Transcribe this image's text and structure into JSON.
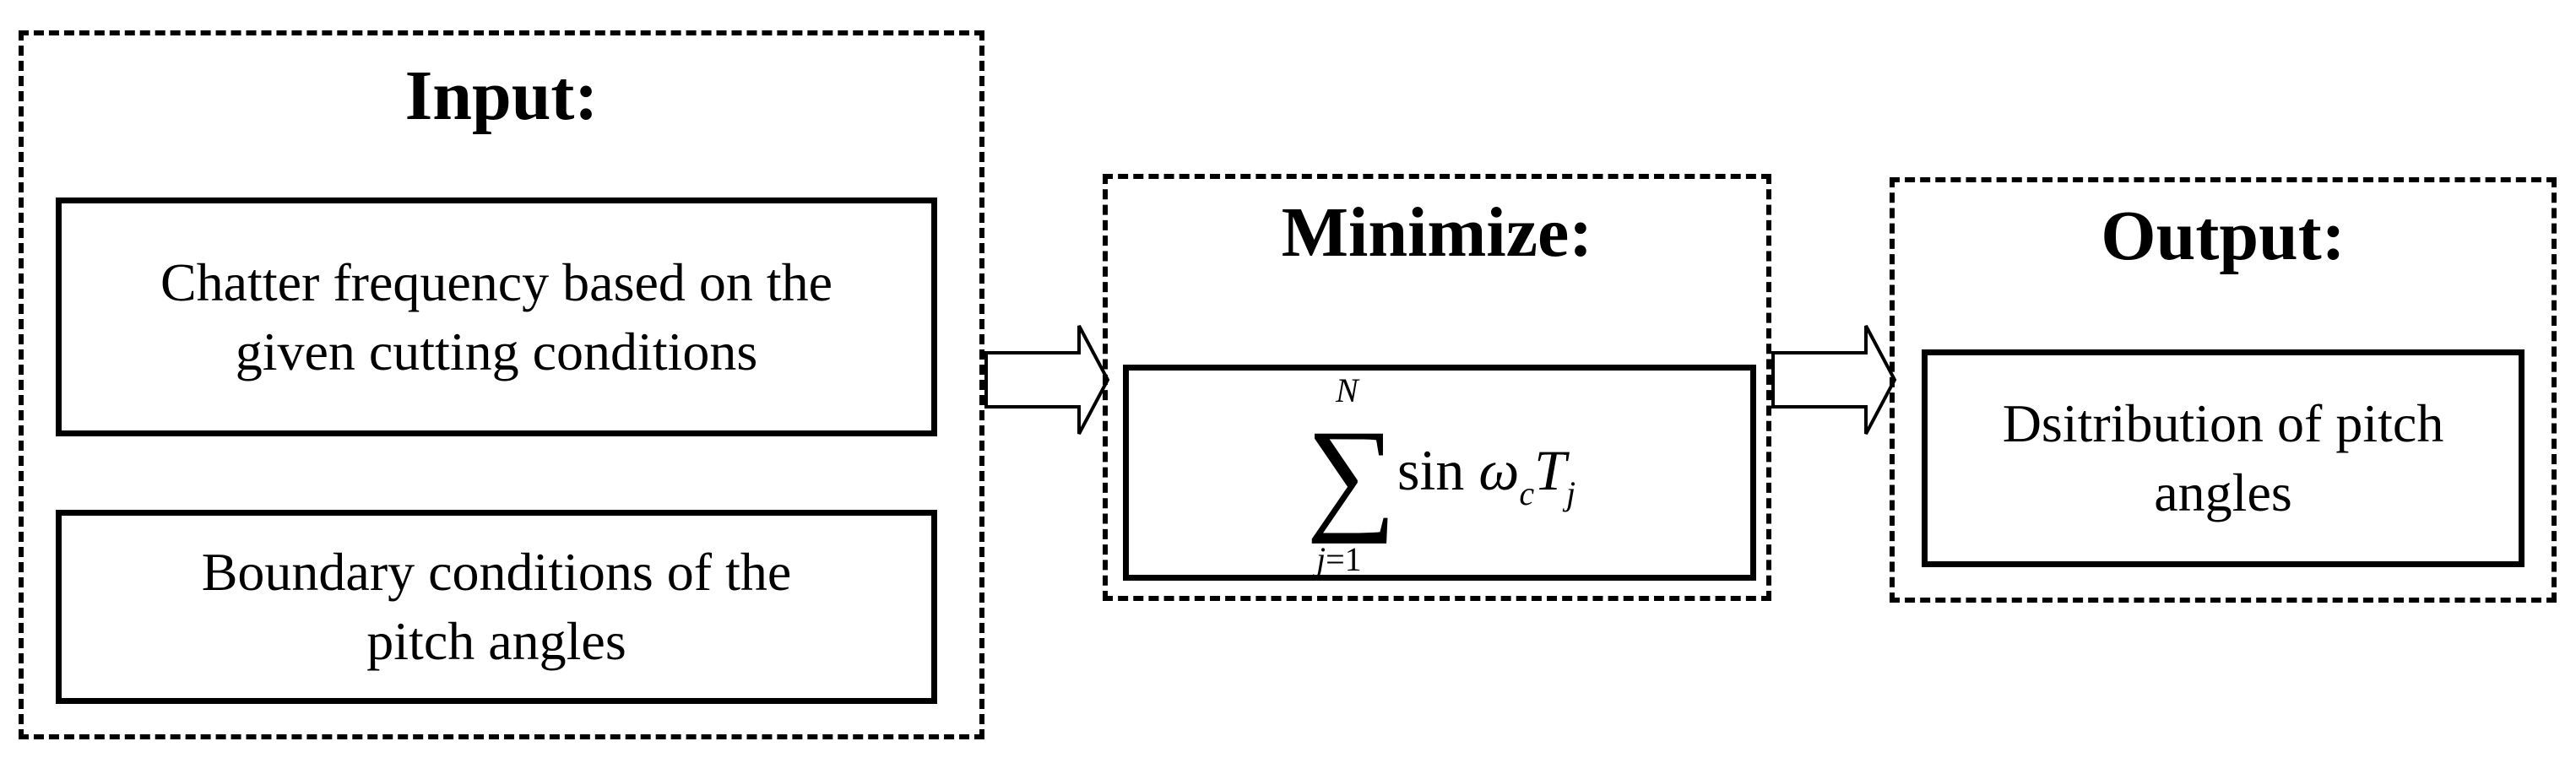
{
  "input": {
    "title": "Input:",
    "box1": {
      "line1": "Chatter frequency based on the",
      "line2": "given cutting conditions"
    },
    "box2": {
      "line1": "Boundary conditions of the",
      "line2": "pitch angles"
    }
  },
  "minimize": {
    "title": "Minimize:",
    "formula": {
      "upper_limit": "N",
      "lower_index": "j",
      "lower_eq": "=1",
      "operator": "∑",
      "func": "sin ",
      "omega": "ω",
      "omega_sub": "c",
      "t": "T",
      "t_sub": "j"
    }
  },
  "output": {
    "title": "Output:",
    "box": {
      "line1": "Dsitribution of pitch",
      "line2": "angles"
    }
  }
}
